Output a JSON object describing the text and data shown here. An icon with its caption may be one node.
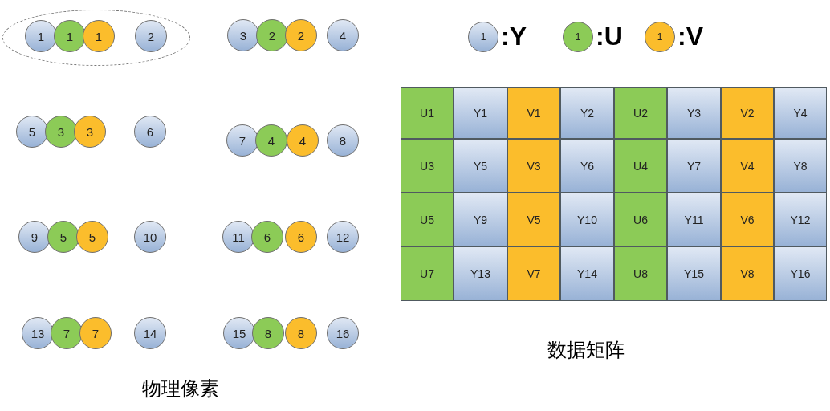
{
  "diagram": {
    "nodes": [
      {
        "text": [],
        "shape": "ellipse"
      },
      {
        "text": [
          "1"
        ],
        "in": 0
      },
      {
        "text": [
          "1"
        ],
        "in": 0
      },
      {
        "text": [
          "1"
        ],
        "in": 0
      },
      {
        "text": [
          "2"
        ],
        "in": 0
      },
      {
        "text": [
          "3"
        ]
      },
      {
        "text": [
          "2"
        ]
      },
      {
        "text": [
          "2"
        ]
      },
      {
        "text": [
          "4"
        ]
      },
      {
        "text": [
          "5"
        ]
      },
      {
        "text": [
          "3"
        ]
      },
      {
        "text": [
          "3"
        ]
      },
      {
        "text": [
          "6"
        ]
      },
      {
        "text": [
          "7"
        ]
      },
      {
        "text": [
          "4"
        ]
      },
      {
        "text": [
          "4"
        ]
      },
      {
        "text": [
          "8"
        ]
      },
      {
        "text": [
          "9"
        ]
      },
      {
        "text": [
          "5"
        ]
      },
      {
        "text": [
          "5"
        ]
      },
      {
        "text": [
          "10"
        ]
      },
      {
        "text": [
          "11"
        ]
      },
      {
        "text": [
          "6"
        ]
      },
      {
        "text": [
          "6"
        ]
      },
      {
        "text": [
          "12"
        ]
      },
      {
        "text": [
          "13"
        ]
      },
      {
        "text": [
          "7"
        ]
      },
      {
        "text": [
          "7"
        ]
      },
      {
        "text": [
          "14"
        ]
      },
      {
        "text": [
          "15"
        ]
      },
      {
        "text": [
          "8"
        ]
      },
      {
        "text": [
          "8"
        ]
      },
      {
        "text": [
          "16"
        ]
      },
      {
        "text": [
          "1"
        ],
        "beside": [
          ":Y"
        ]
      },
      {
        "text": [
          "1"
        ],
        "beside": [
          ":U"
        ]
      },
      {
        "text": [
          "1"
        ],
        "beside": [
          ":V"
        ]
      },
      {
        "text": [
          "U1"
        ]
      },
      {
        "text": [
          "Y1"
        ]
      },
      {
        "text": [
          "V1"
        ]
      },
      {
        "text": [
          "Y2"
        ]
      },
      {
        "text": [
          "U2"
        ]
      },
      {
        "text": [
          "Y3"
        ]
      },
      {
        "text": [
          "V2"
        ]
      },
      {
        "text": [
          "Y4"
        ]
      },
      {
        "text": [
          "U3"
        ]
      },
      {
        "text": [
          "Y5"
        ]
      },
      {
        "text": [
          "V3"
        ]
      },
      {
        "text": [
          "Y6"
        ]
      },
      {
        "text": [
          "U4"
        ]
      },
      {
        "text": [
          "Y7"
        ]
      },
      {
        "text": [
          "V4"
        ]
      },
      {
        "text": [
          "Y8"
        ]
      },
      {
        "text": [
          "U5"
        ]
      },
      {
        "text": [
          "Y9"
        ]
      },
      {
        "text": [
          "V5"
        ]
      },
      {
        "text": [
          "Y10"
        ]
      },
      {
        "text": [
          "U6"
        ]
      },
      {
        "text": [
          "Y11"
        ]
      },
      {
        "text": [
          "V6"
        ]
      },
      {
        "text": [
          "Y12"
        ]
      },
      {
        "text": [
          "U7"
        ]
      },
      {
        "text": [
          "Y13"
        ]
      },
      {
        "text": [
          "V7"
        ]
      },
      {
        "text": [
          "Y14"
        ]
      },
      {
        "text": [
          "U8"
        ]
      },
      {
        "text": [
          "Y15"
        ]
      },
      {
        "text": [
          "V8"
        ]
      },
      {
        "text": [
          "Y16"
        ]
      }
    ],
    "labels": [
      "数据矩阵",
      "物理像素"
    ]
  }
}
